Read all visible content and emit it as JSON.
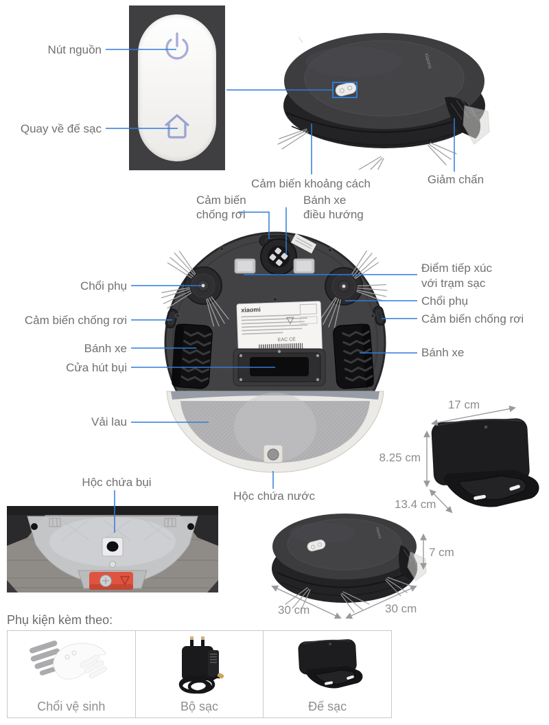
{
  "colors": {
    "leader_blue": "#2e7cd9",
    "label_gray": "#707070",
    "dim_gray": "#8c8c8c",
    "latch_red": "#df5340"
  },
  "top_left": {
    "power": "Nút nguồn",
    "return_dock": "Quay về đế sạc"
  },
  "top_right": {
    "distance_sensor": "Cảm biến khoảng cách",
    "bumper": "Giảm chấn",
    "brand": "xiaomi"
  },
  "bottom_view": {
    "front_drop_sensor": {
      "line1": "Cảm biến",
      "line2": "chống rơi"
    },
    "nav_wheel": {
      "line1": "Bánh xe",
      "line2": "điều hướng"
    },
    "left": {
      "side_brush": "Chổi phụ",
      "drop_sensor": "Cảm biến chống rơi",
      "wheel": "Bánh xe",
      "suction_door": "Cửa hút bụi",
      "mop_cloth": "Vải lau"
    },
    "right": {
      "charge_contact_line1": "Điểm tiếp xúc",
      "charge_contact_line2": "với trạm sạc",
      "side_brush": "Chổi phụ",
      "drop_sensor": "Cảm biến chống rơi",
      "wheel": "Bánh xe"
    },
    "dust_bin": "Hộc chứa bụi",
    "water_tank": "Hộc chứa nước",
    "sticker_brand": "xiaomi",
    "sticker_marks": "EAC CE"
  },
  "dimensions": {
    "dock_width": "17 cm",
    "dock_height": "8.25 cm",
    "dock_depth": "13.4 cm",
    "robot_height": "7 cm",
    "robot_width": "30 cm",
    "robot_depth": "30 cm"
  },
  "accessories": {
    "heading": "Phụ kiện kèm theo:",
    "items": [
      {
        "label": "Chổi vệ sinh"
      },
      {
        "label": "Bộ sạc"
      },
      {
        "label": "Đế sạc"
      }
    ]
  }
}
